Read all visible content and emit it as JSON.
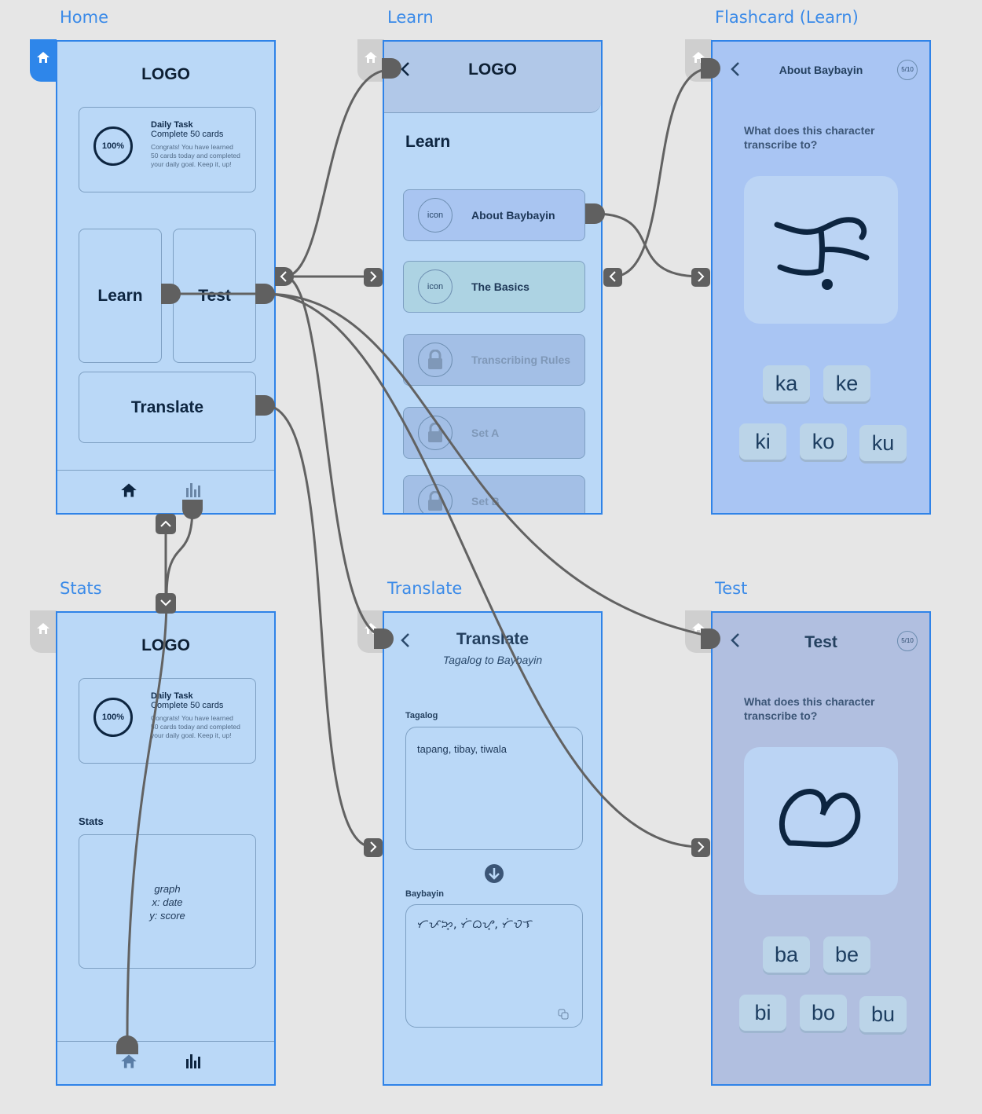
{
  "titles": {
    "home": "Home",
    "learn": "Learn",
    "flashcard": "Flashcard (Learn)",
    "stats": "Stats",
    "translate": "Translate",
    "test": "Test"
  },
  "home": {
    "logo": "LOGO",
    "daily": {
      "percent": "100%",
      "title": "Daily Task",
      "subtitle": "Complete 50 cards",
      "desc": [
        "Congrats! You have learned",
        "50 cards today and completed",
        "your daily goal. Keep it, up!"
      ]
    },
    "learn_label": "Learn",
    "test_label": "Test",
    "translate_label": "Translate"
  },
  "learn": {
    "logo": "LOGO",
    "heading": "Learn",
    "items": [
      {
        "icon": "icon",
        "label": "About Baybayin"
      },
      {
        "icon": "icon",
        "label": "The Basics"
      },
      {
        "icon": "lock-icon",
        "label": "Transcribing Rules"
      },
      {
        "icon": "lock-icon",
        "label": "Set A"
      },
      {
        "icon": "lock-icon",
        "label": "Set B"
      }
    ]
  },
  "flashcard": {
    "title": "About Baybayin",
    "counter": "5/10",
    "question": "What does this character transcribe to?",
    "answers": [
      "ka",
      "ke",
      "ki",
      "ko",
      "ku"
    ]
  },
  "stats": {
    "logo": "LOGO",
    "daily": {
      "percent": "100%",
      "title": "Daily Task",
      "subtitle": "Complete 50 cards",
      "desc": [
        "Congrats! You have learned",
        "50 cards today and completed",
        "your daily goal. Keep it, up!"
      ]
    },
    "stats_label": "Stats",
    "graph": [
      "graph",
      "x: date",
      "y: score"
    ]
  },
  "translate": {
    "title": "Translate",
    "subtitle": "Tagalog to Baybayin",
    "tagalog_label": "Tagalog",
    "tagalog_value": "tapang, tibay, tiwala",
    "baybayin_label": "Baybayin",
    "baybayin_value": "ᜆᜉᜅ᜔, ᜆᜒᜊᜌ᜔, ᜆᜒᜏᜎ"
  },
  "test": {
    "title": "Test",
    "counter": "5/10",
    "question": "What does this character transcribe to?",
    "answers": [
      "ba",
      "be",
      "bi",
      "bo",
      "bu"
    ]
  },
  "colors": {
    "accent": "#2f83e8",
    "board": "#bad8f7",
    "flashcard_bg": "#a9c5f3",
    "test_bg": "#b1bfe0",
    "wire": "#606060"
  }
}
